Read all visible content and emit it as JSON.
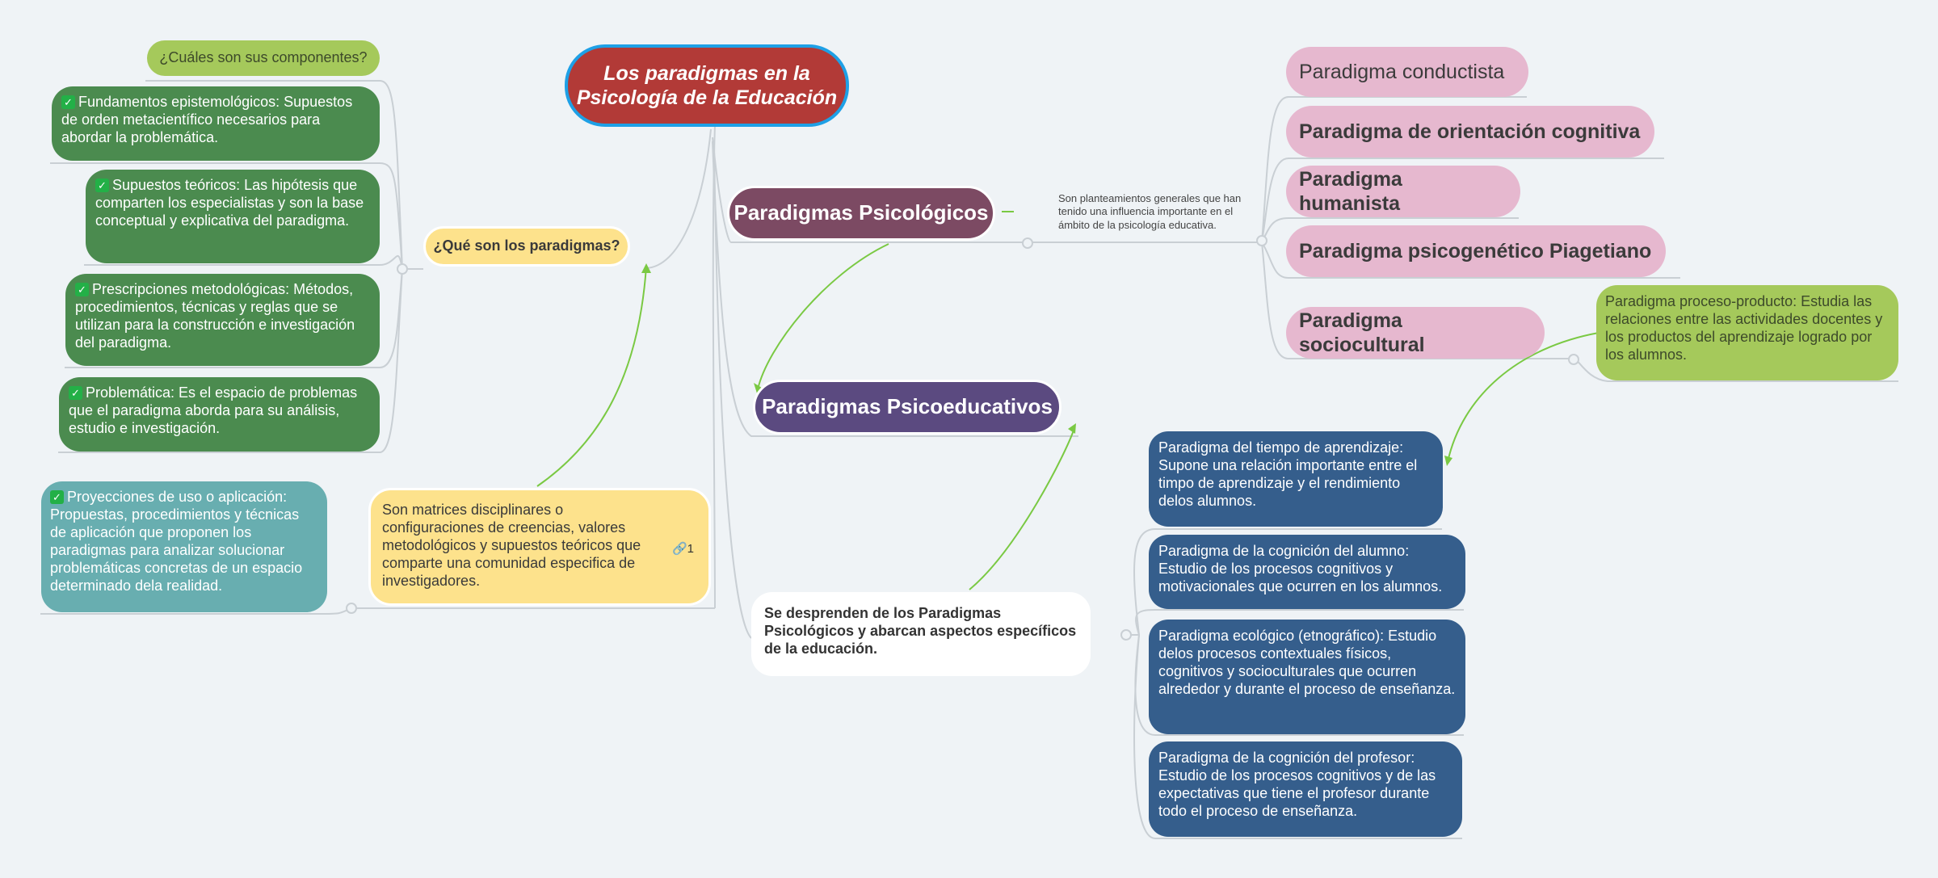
{
  "central": {
    "title": "Los paradigmas en la Psicología de la Educación"
  },
  "components_question": "¿Cuáles son sus componentes?",
  "components": [
    "Fundamentos epistemológicos: Supuestos de orden metacientífico necesarios para abordar la problemática.",
    "Supuestos teóricos: Las hipótesis que comparten los especialistas y son la base conceptual y explicativa del paradigma.",
    "Prescripciones metodológicas: Métodos, procedimientos, técnicas y reglas que se utilizan para la construcción e investigación del paradigma.",
    "Problemática: Es el espacio de problemas que el paradigma aborda para su análisis, estudio e investigación."
  ],
  "what_question": "¿Qué son los  paradigmas?",
  "projections": "Proyecciones de uso o aplicación: Propuestas, procedimientos y técnicas de aplicación que proponen los paradigmas para analizar  solucionar problemáticas concretas de un espacio determinado dela realidad.",
  "definition": {
    "text": "Son matrices disciplinares o configuraciones de creencias, valores metodológicos y supuestos teóricos que comparte una comunidad especifica de investigadores.",
    "link_count": "1"
  },
  "psicologicos": {
    "title": "Paradigmas Psicológicos",
    "description": "Son planteamientos generales que han tenido una influencia importante en el ámbito de la psicología educativa.",
    "items": [
      "Paradigma conductista",
      "Paradigma de orientación cognitiva",
      "Paradigma humanista",
      "Paradigma psicogenético Piagetiano",
      "Paradigma sociocultural"
    ]
  },
  "psicoeducativos": {
    "title": "Paradigmas  Psicoeducativos",
    "description": "Se desprenden de los Paradigmas Psicológicos y abarcan aspectos específicos de la educación.",
    "proceso_producto": "Paradigma proceso-producto: Estudia las relaciones entre las actividades docentes y los productos del aprendizaje logrado por los alumnos.",
    "items": [
      "Paradigma del tiempo de aprendizaje: Supone una relación importante entre el timpo de aprendizaje y el rendimiento delos alumnos.",
      "Paradigma de la cognición del alumno: Estudio de los procesos cognitivos y motivacionales que ocurren en los alumnos.",
      "Paradigma ecológico (etnográfico): Estudio delos procesos contextuales físicos, cognitivos y socioculturales que ocurren alrededor y durante el proceso de enseñanza.",
      "Paradigma de la cognición del profesor: Estudio de los procesos cognitivos y de las expectativas que tiene el profesor durante todo el proceso de enseñanza."
    ]
  },
  "colors": {
    "background": "#eff3f6",
    "central": "#b23a37",
    "central_border": "#1ea0e6",
    "green_node": "#4b8b4f",
    "pink_node": "#e6b8cf",
    "blue_node": "#355e8c",
    "arrow": "#7ac943"
  }
}
